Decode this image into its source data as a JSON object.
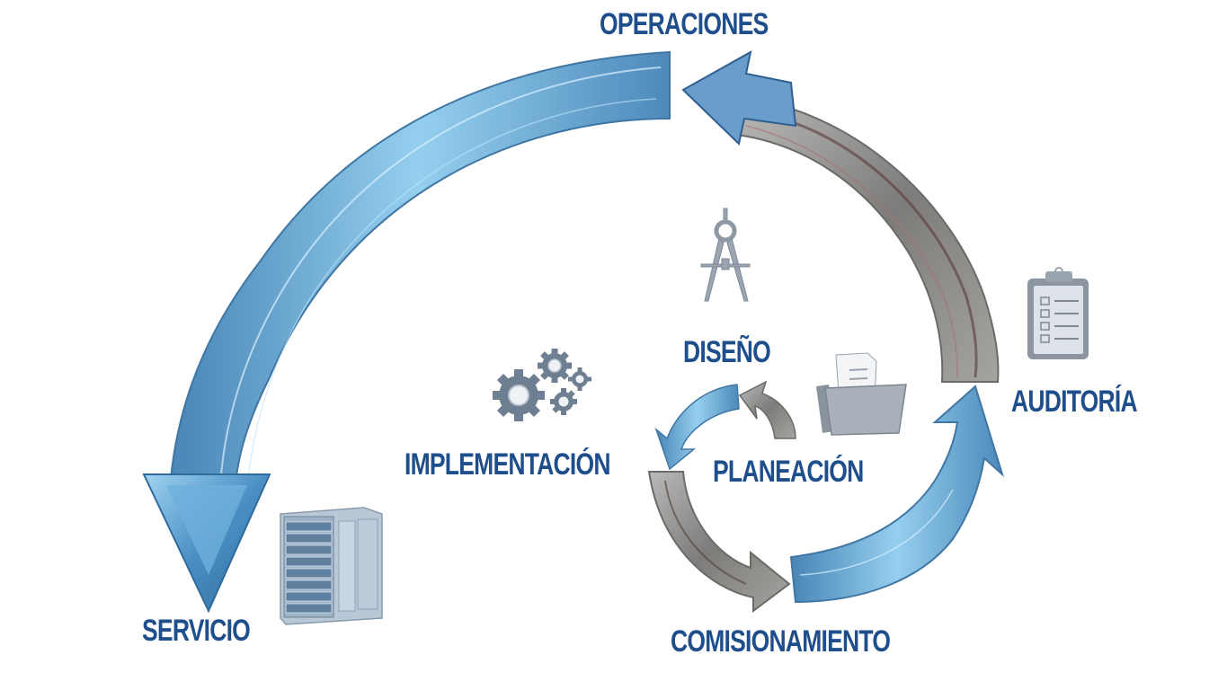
{
  "diagram": {
    "type": "process-cycle",
    "theme_color": "#1f4e8c",
    "blue_arrow_color": "#4a90c8",
    "gray_arrow_color": "#8a8e92",
    "stages": [
      {
        "id": "operaciones",
        "label": "OPERACIONES",
        "icon": "none"
      },
      {
        "id": "servicio",
        "label": "SERVICIO",
        "icon": "server-icon"
      },
      {
        "id": "auditoria",
        "label": "AUDITORÍA",
        "icon": "clipboard-checklist-icon"
      },
      {
        "id": "comisionamiento",
        "label": "COMISIONAMIENTO",
        "icon": "none"
      },
      {
        "id": "planeacion",
        "label": "PLANEACIÓN",
        "icon": "folder-documents-icon"
      },
      {
        "id": "diseno",
        "label": "DISEÑO",
        "icon": "compass-icon"
      },
      {
        "id": "implementacion",
        "label": "IMPLEMENTACIÓN",
        "icon": "gears-icon"
      }
    ],
    "flows": [
      {
        "from": "auditoria",
        "to": "operaciones",
        "style": "gray"
      },
      {
        "from": "operaciones",
        "to": "servicio",
        "style": "blue"
      },
      {
        "from": "comisionamiento",
        "to": "auditoria",
        "style": "blue"
      },
      {
        "from": "planeacion",
        "to": "diseno",
        "style": "gray"
      },
      {
        "from": "diseno",
        "to": "implementacion",
        "style": "blue"
      },
      {
        "from": "implementacion",
        "to": "comisionamiento",
        "style": "gray"
      }
    ]
  }
}
